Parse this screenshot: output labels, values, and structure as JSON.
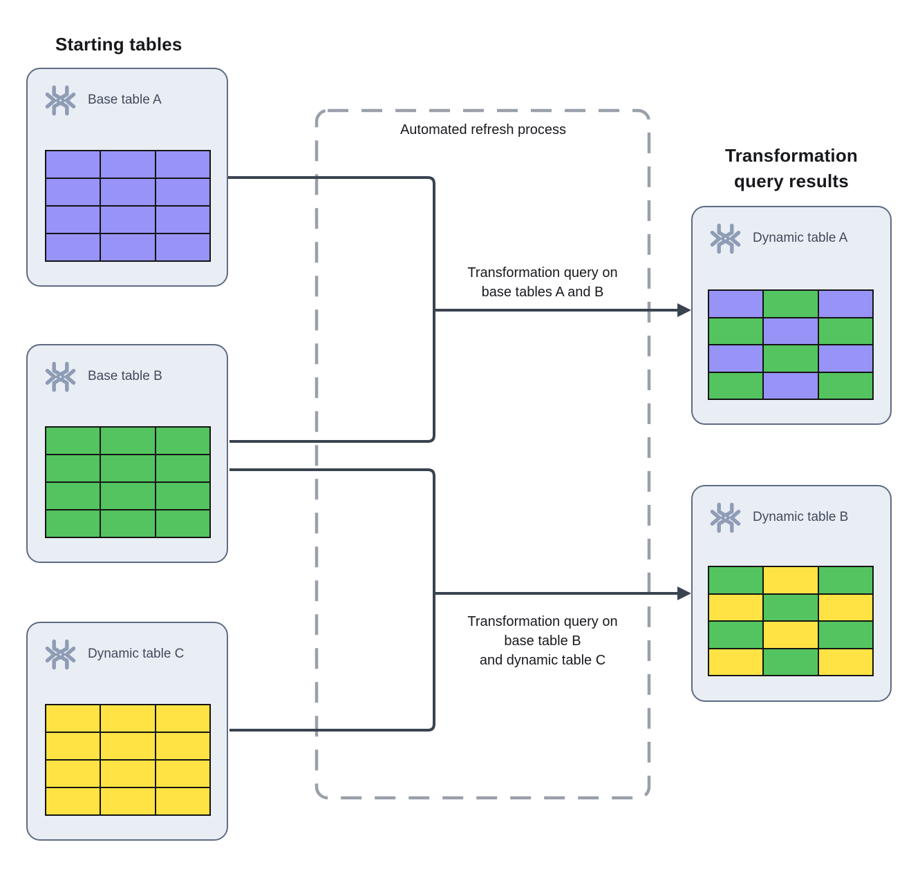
{
  "headings": {
    "left": "Starting tables",
    "right": "Transformation query results"
  },
  "refresh_region": {
    "label": "Automated refresh process"
  },
  "arrows": [
    {
      "label": "Transformation query on\nbase tables A and B",
      "label_position": "above",
      "from": "Base table A + Base table B",
      "to": "Dynamic table A"
    },
    {
      "label": "Transformation query on\nbase table B\nand dynamic table C",
      "label_position": "below",
      "from": "Base table B + Dynamic table C",
      "to": "Dynamic table B"
    }
  ],
  "cards": [
    {
      "id": "base-table-a",
      "label": "Base table A",
      "icon": "snowflake-icon",
      "grid": [
        [
          "purple",
          "purple",
          "purple"
        ],
        [
          "purple",
          "purple",
          "purple"
        ],
        [
          "purple",
          "purple",
          "purple"
        ],
        [
          "purple",
          "purple",
          "purple"
        ]
      ]
    },
    {
      "id": "base-table-b",
      "label": "Base table B",
      "icon": "snowflake-icon",
      "grid": [
        [
          "green",
          "green",
          "green"
        ],
        [
          "green",
          "green",
          "green"
        ],
        [
          "green",
          "green",
          "green"
        ],
        [
          "green",
          "green",
          "green"
        ]
      ]
    },
    {
      "id": "dynamic-table-c",
      "label": "Dynamic table C",
      "icon": "snowflake-icon",
      "grid": [
        [
          "yellow",
          "yellow",
          "yellow"
        ],
        [
          "yellow",
          "yellow",
          "yellow"
        ],
        [
          "yellow",
          "yellow",
          "yellow"
        ],
        [
          "yellow",
          "yellow",
          "yellow"
        ]
      ]
    },
    {
      "id": "dynamic-table-a",
      "label": "Dynamic table A",
      "icon": "snowflake-icon",
      "grid": [
        [
          "purple",
          "green",
          "purple"
        ],
        [
          "green",
          "purple",
          "green"
        ],
        [
          "purple",
          "green",
          "purple"
        ],
        [
          "green",
          "purple",
          "green"
        ]
      ]
    },
    {
      "id": "dynamic-table-b",
      "label": "Dynamic table B",
      "icon": "snowflake-icon",
      "grid": [
        [
          "green",
          "yellow",
          "green"
        ],
        [
          "yellow",
          "green",
          "yellow"
        ],
        [
          "green",
          "yellow",
          "green"
        ],
        [
          "yellow",
          "green",
          "yellow"
        ]
      ]
    }
  ],
  "colors": {
    "purple": "#9793f7",
    "green": "#53c45f",
    "yellow": "#ffe344",
    "card_bg": "#e9edf4",
    "card_border": "#5d6b82",
    "icon": "#8e9cb5",
    "connector": "#3a4350",
    "dashed_border": "#99a0aa",
    "grid_line": "#131313"
  }
}
